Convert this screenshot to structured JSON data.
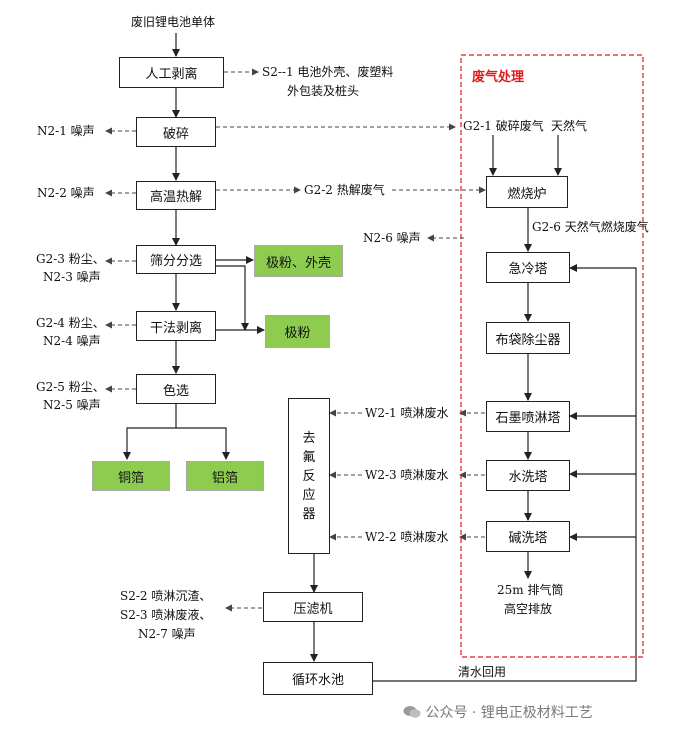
{
  "diagram": {
    "source_label": "废旧锂电池单体",
    "main_process": {
      "manual_disassembly": "人工剥离",
      "crushing": "破碎",
      "pyrolysis": "高温热解",
      "screening": "筛分分选",
      "dry_stripping": "干法剥离",
      "color_sorting": "色选",
      "defluorination": [
        "去",
        "氟",
        "反",
        "应",
        "器"
      ],
      "filter_press": "压滤机",
      "circulation_pool": "循环水池"
    },
    "products": {
      "electrode_powder_shell": "极粉、外壳",
      "electrode_powder": "极粉",
      "copper_foil": "铜箔",
      "aluminum_foil": "铝箔"
    },
    "waste_gas": {
      "section_title": "废气处理",
      "incinerator": "燃烧炉",
      "quench_tower": "急冷塔",
      "bag_filter": "布袋除尘器",
      "graphite_spray_tower": "石墨喷淋塔",
      "water_wash_tower": "水洗塔",
      "alkali_wash_tower": "碱洗塔",
      "g2_1": "G2-1 破碎废气",
      "natural_gas": "天然气",
      "g2_6": "G2-6 天然气燃烧废气",
      "exhaust_line1": "25m 排气筒",
      "exhaust_line2": "高空排放"
    },
    "labels": {
      "s2_1_line1": "S2--1 电池外壳、废塑料",
      "s2_1_line2": "外包装及桩头",
      "n2_1": "N2-1 噪声",
      "n2_2": "N2-2 噪声",
      "g2_2": "G2-2 热解废气",
      "g2_3_line1": "G2-3 粉尘、",
      "g2_3_line2": "N2-3 噪声",
      "g2_4_line1": "G2-4 粉尘、",
      "g2_4_line2": "N2-4 噪声",
      "g2_5_line1": "G2-5 粉尘、",
      "g2_5_line2": "N2-5 噪声",
      "n2_6": "N2-6 噪声",
      "w2_1": "W2-1 喷淋废水",
      "w2_3": "W2-3 喷淋废水",
      "w2_2": "W2-2 喷淋废水",
      "s2_2_line1": "S2-2 喷淋沉渣、",
      "s2_2_line2": "S2-3 喷淋废液、",
      "s2_2_line3": "N2-7 噪声",
      "clear_water_reuse": "清水回用"
    },
    "watermark": "公众号 · 锂电正极材料工艺"
  }
}
